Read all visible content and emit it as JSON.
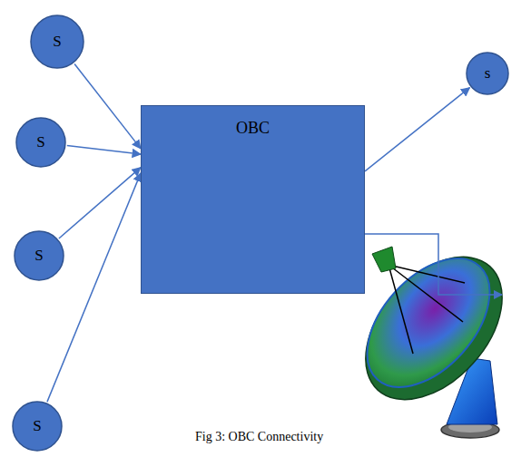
{
  "diagram": {
    "caption": "Fig 3: OBC Connectivity",
    "nodes": [
      {
        "text": [
          "S"
        ]
      },
      {
        "text": [
          "S"
        ]
      },
      {
        "text": [
          "S"
        ]
      },
      {
        "text": [
          "S"
        ]
      },
      {
        "text": [
          "OBC"
        ]
      },
      {
        "text": [
          "s"
        ]
      }
    ],
    "edges": [
      {
        "from": 0,
        "to": 4,
        "arrow": "to"
      },
      {
        "from": 1,
        "to": 4,
        "arrow": "to"
      },
      {
        "from": 2,
        "to": 4,
        "arrow": "to"
      },
      {
        "from": 3,
        "to": 4,
        "arrow": "to"
      },
      {
        "from": 4,
        "to": 5,
        "arrow": "to"
      }
    ]
  }
}
